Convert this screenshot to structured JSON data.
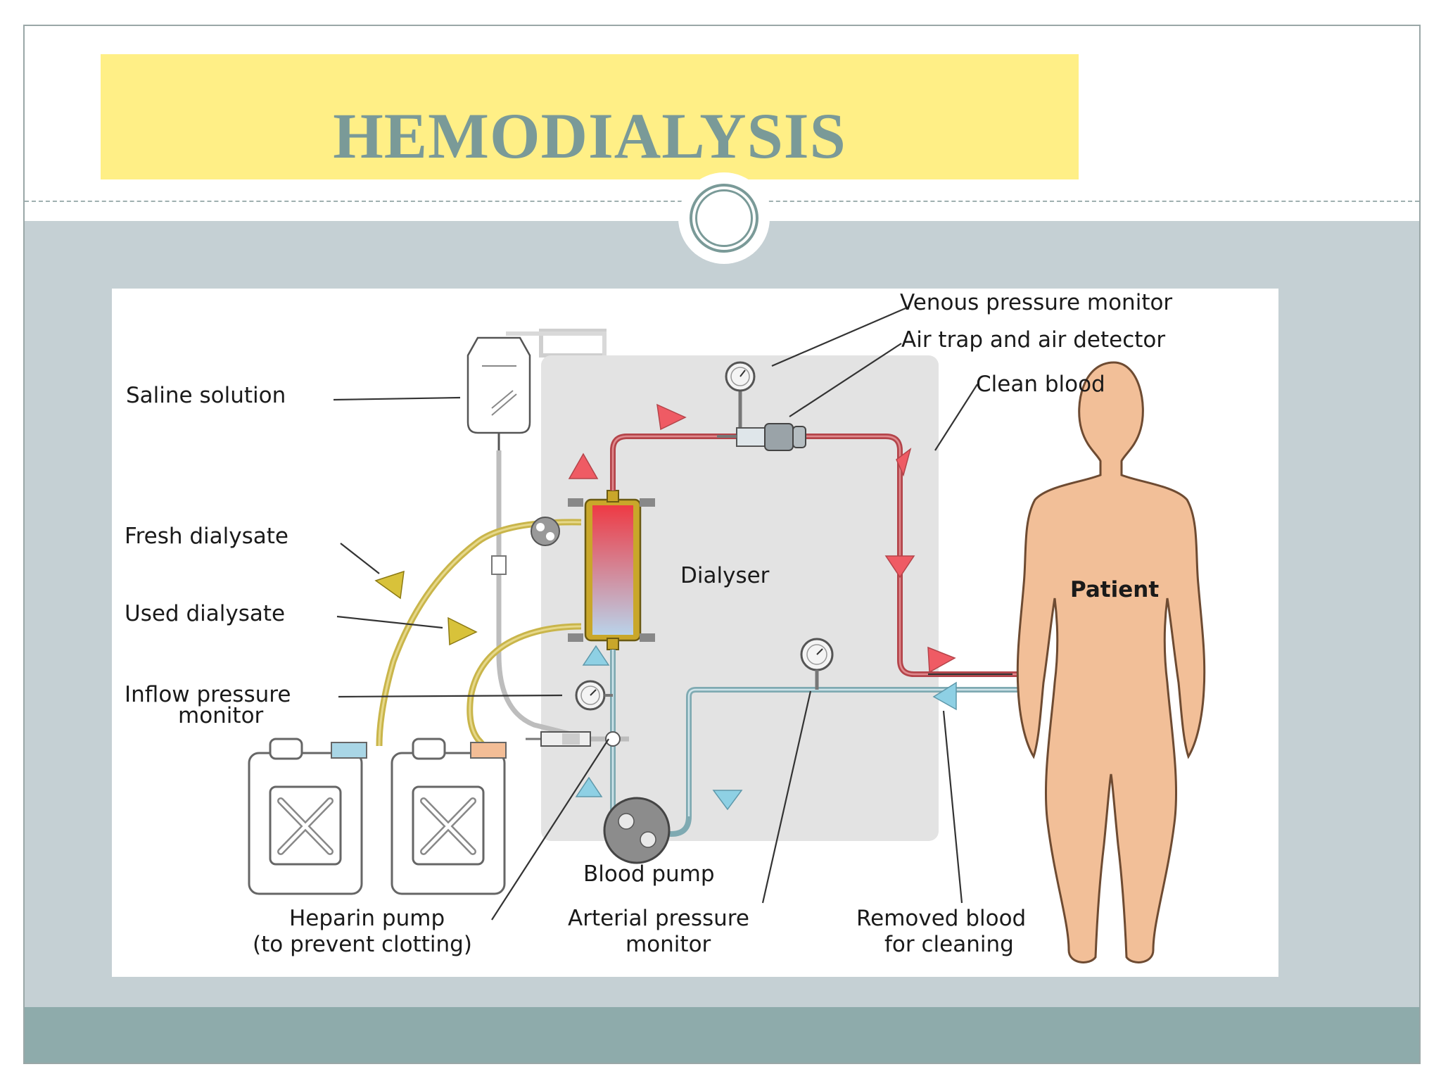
{
  "slide": {
    "title": "HEMODIALYSIS"
  },
  "colors": {
    "title_bg": "#ffef86",
    "title_text": "#7a9a98",
    "content_bg": "#c5d0d4",
    "footer_bg": "#8eabab",
    "clean_blood": "#b4444a",
    "removed_blood": "#7faab2",
    "dialysate": "#c9b54a",
    "patient": "#f2bf98"
  },
  "diagram": {
    "labels": {
      "saline_solution": "Saline solution",
      "fresh_dialysate": "Fresh dialysate",
      "used_dialysate": "Used dialysate",
      "inflow_pressure_line1": "Inflow pressure",
      "inflow_pressure_line2": "monitor",
      "heparin_line1": "Heparin pump",
      "heparin_line2": "(to prevent clotting)",
      "blood_pump": "Blood pump",
      "arterial_line1": "Arterial pressure",
      "arterial_line2": "monitor",
      "removed_line1": "Removed blood",
      "removed_line2": "for cleaning",
      "venous_pressure": "Venous pressure monitor",
      "air_trap": "Air trap and air detector",
      "clean_blood": "Clean blood",
      "dialyser": "Dialyser",
      "patient": "Patient"
    }
  }
}
